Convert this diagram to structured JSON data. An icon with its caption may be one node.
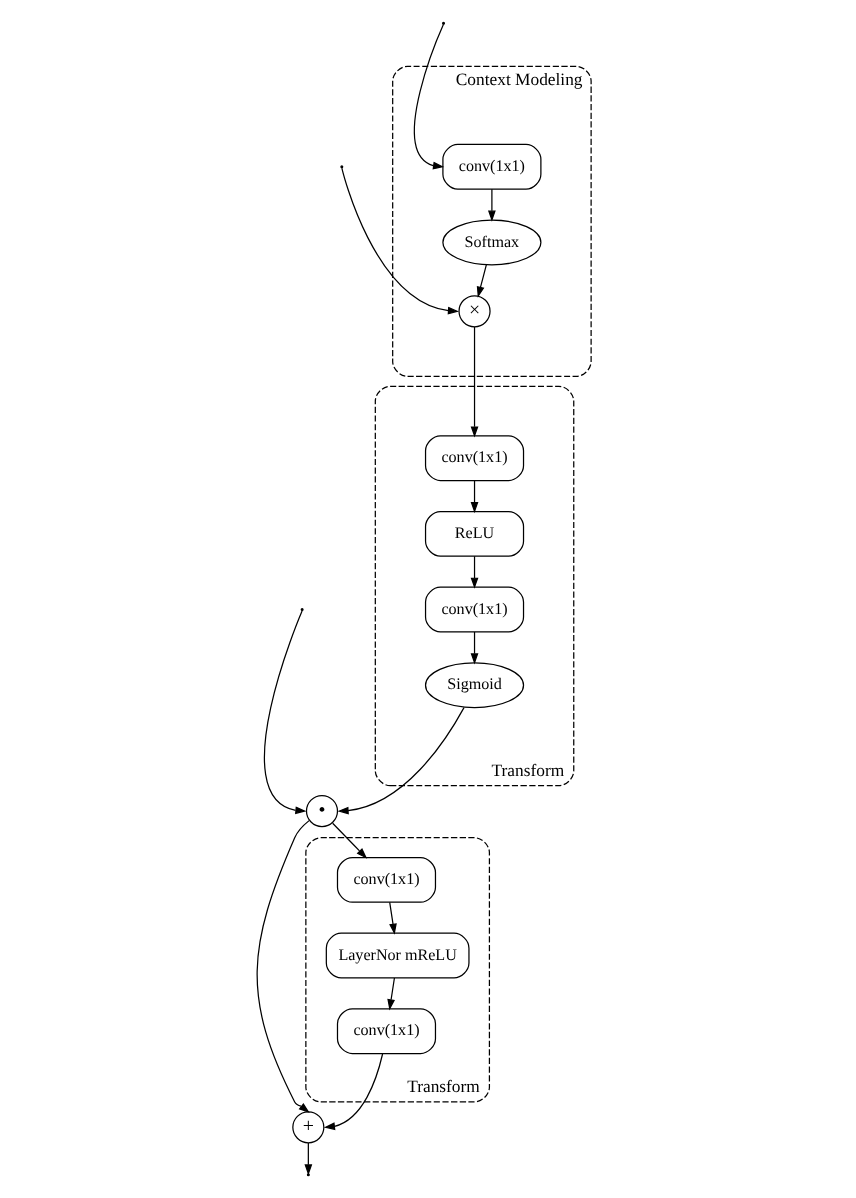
{
  "diagram": {
    "nodes": [
      {
        "text": [
          "Context Modeling"
        ]
      },
      {
        "text": [
          "conv(1x1)"
        ],
        "in": 0
      },
      {
        "text": [
          "Softmax"
        ],
        "in": 0
      },
      {
        "text": [
          "×"
        ],
        "in": 0
      },
      {
        "text": [
          "Transform"
        ]
      },
      {
        "text": [
          "conv(1x1)"
        ],
        "in": 4
      },
      {
        "text": [
          "ReLU"
        ],
        "in": 4
      },
      {
        "text": [
          "conv(1x1)"
        ],
        "in": 4
      },
      {
        "text": [
          "Sigmoid"
        ],
        "in": 4
      },
      {
        "text": [
          "•"
        ]
      },
      {
        "text": [
          "Transform"
        ]
      },
      {
        "text": [
          "conv(1x1)"
        ],
        "in": 10
      },
      {
        "text": [
          "LayerNor mReLU"
        ],
        "in": 10
      },
      {
        "text": [
          "conv(1x1)"
        ],
        "in": 10
      },
      {
        "text": [
          "+"
        ]
      }
    ],
    "edges": [
      {
        "from": null,
        "to": 1,
        "arrow": "to"
      },
      {
        "from": null,
        "to": 3,
        "arrow": "to"
      },
      {
        "from": null,
        "to": 9,
        "arrow": "to"
      },
      {
        "from": 1,
        "to": 2,
        "arrow": "to"
      },
      {
        "from": 2,
        "to": 3,
        "arrow": "to"
      },
      {
        "from": 3,
        "to": 5,
        "arrow": "to"
      },
      {
        "from": 5,
        "to": 6,
        "arrow": "to"
      },
      {
        "from": 6,
        "to": 7,
        "arrow": "to"
      },
      {
        "from": 7,
        "to": 8,
        "arrow": "to"
      },
      {
        "from": 8,
        "to": 9,
        "arrow": "to"
      },
      {
        "from": 9,
        "to": 11,
        "arrow": "to"
      },
      {
        "from": 11,
        "to": 12,
        "arrow": "to"
      },
      {
        "from": 12,
        "to": 13,
        "arrow": "to"
      },
      {
        "from": 13,
        "to": 14,
        "arrow": "to"
      },
      {
        "from": 9,
        "to": 14,
        "arrow": "to"
      },
      {
        "from": 14,
        "to": null,
        "arrow": "to"
      }
    ]
  }
}
